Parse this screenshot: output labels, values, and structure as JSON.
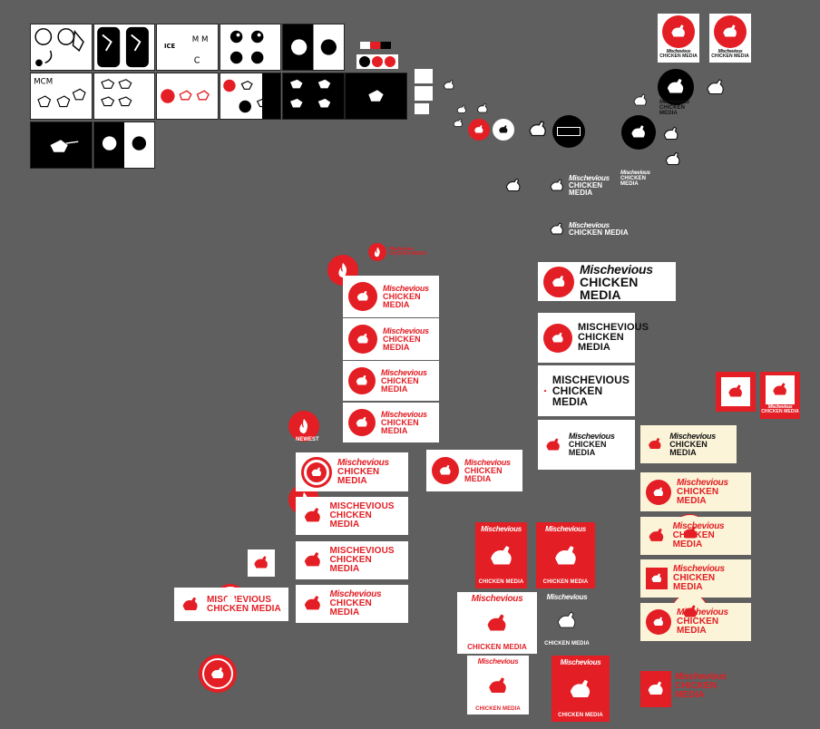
{
  "sketches": {
    "grid": [
      "MCM",
      "M M",
      "M"
    ]
  },
  "brand": {
    "line1": "Mischevious",
    "line1_caps": "MISCHEVIOUS",
    "line2": "CHICKEN MEDIA",
    "line2a": "CHICKEN",
    "line2b": "MEDIA",
    "short_misch": "Mischevious",
    "short_chicken": "Chicken"
  },
  "labels": {
    "newest": "NEWEST"
  },
  "colors": {
    "brand_red": "#e31e24",
    "cream": "#fbf4d9",
    "canvas": "#5f5f5f",
    "ink": "#111111"
  },
  "icons": [
    "chicken-icon",
    "chicken-roundel-icon",
    "flame-icon"
  ]
}
